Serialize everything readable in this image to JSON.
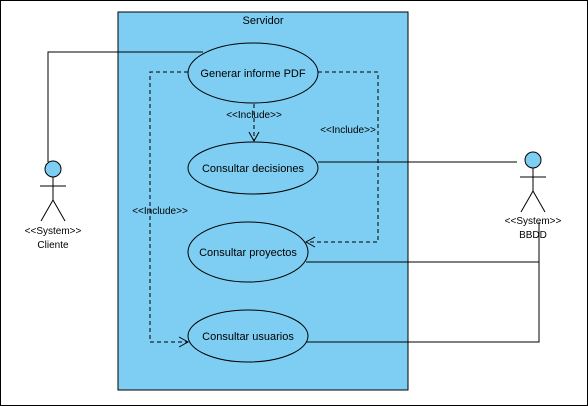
{
  "system": {
    "name": "Servidor"
  },
  "use_cases": {
    "generar_informe": "Generar informe PDF",
    "consultar_decisiones": "Consultar decisiones",
    "consultar_proyectos": "Consultar proyectos",
    "consultar_usuarios": "Consultar usuarios"
  },
  "includes": {
    "include_decisiones": "<<Include>>",
    "include_proyectos": "<<Include>>",
    "include_usuarios": "<<Include>>"
  },
  "actors": {
    "cliente": {
      "stereotype": "<<System>>",
      "name": "Cliente"
    },
    "bbdd": {
      "stereotype": "<<System>>",
      "name": "BBDD"
    }
  },
  "colors": {
    "system_fill": "#7ecef4",
    "actor_head": "#7ecef4",
    "stroke": "#000000"
  }
}
